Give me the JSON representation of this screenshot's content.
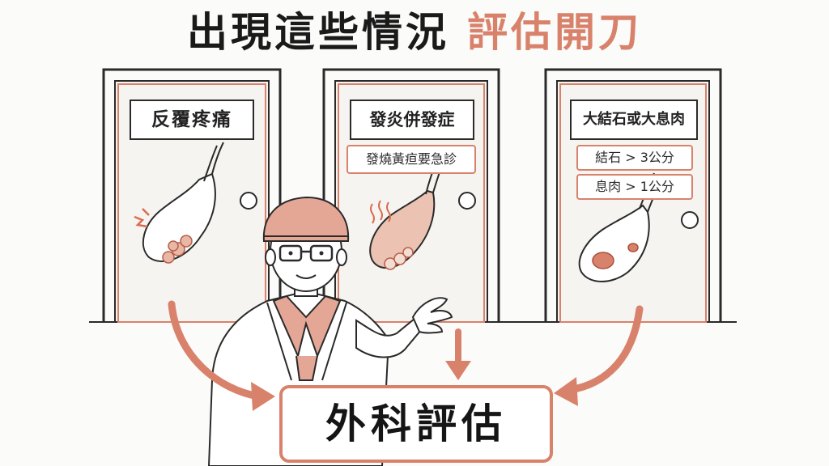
{
  "header": {
    "title_main": "出現這些情況",
    "title_accent": "評估開刀"
  },
  "doors": [
    {
      "sign": "反覆疼痛",
      "tags": []
    },
    {
      "sign": "發炎併發症",
      "tags": [
        "發燒黃疸要急診"
      ]
    },
    {
      "sign": "大結石或大息肉",
      "tags": [
        "結石 > 3公分",
        "息肉 > 1公分"
      ]
    }
  ],
  "result": {
    "label": "外科評估"
  },
  "colors": {
    "accent": "#d9826b",
    "ink": "#1a1a1a",
    "door_fill": "#f6f4f1"
  }
}
